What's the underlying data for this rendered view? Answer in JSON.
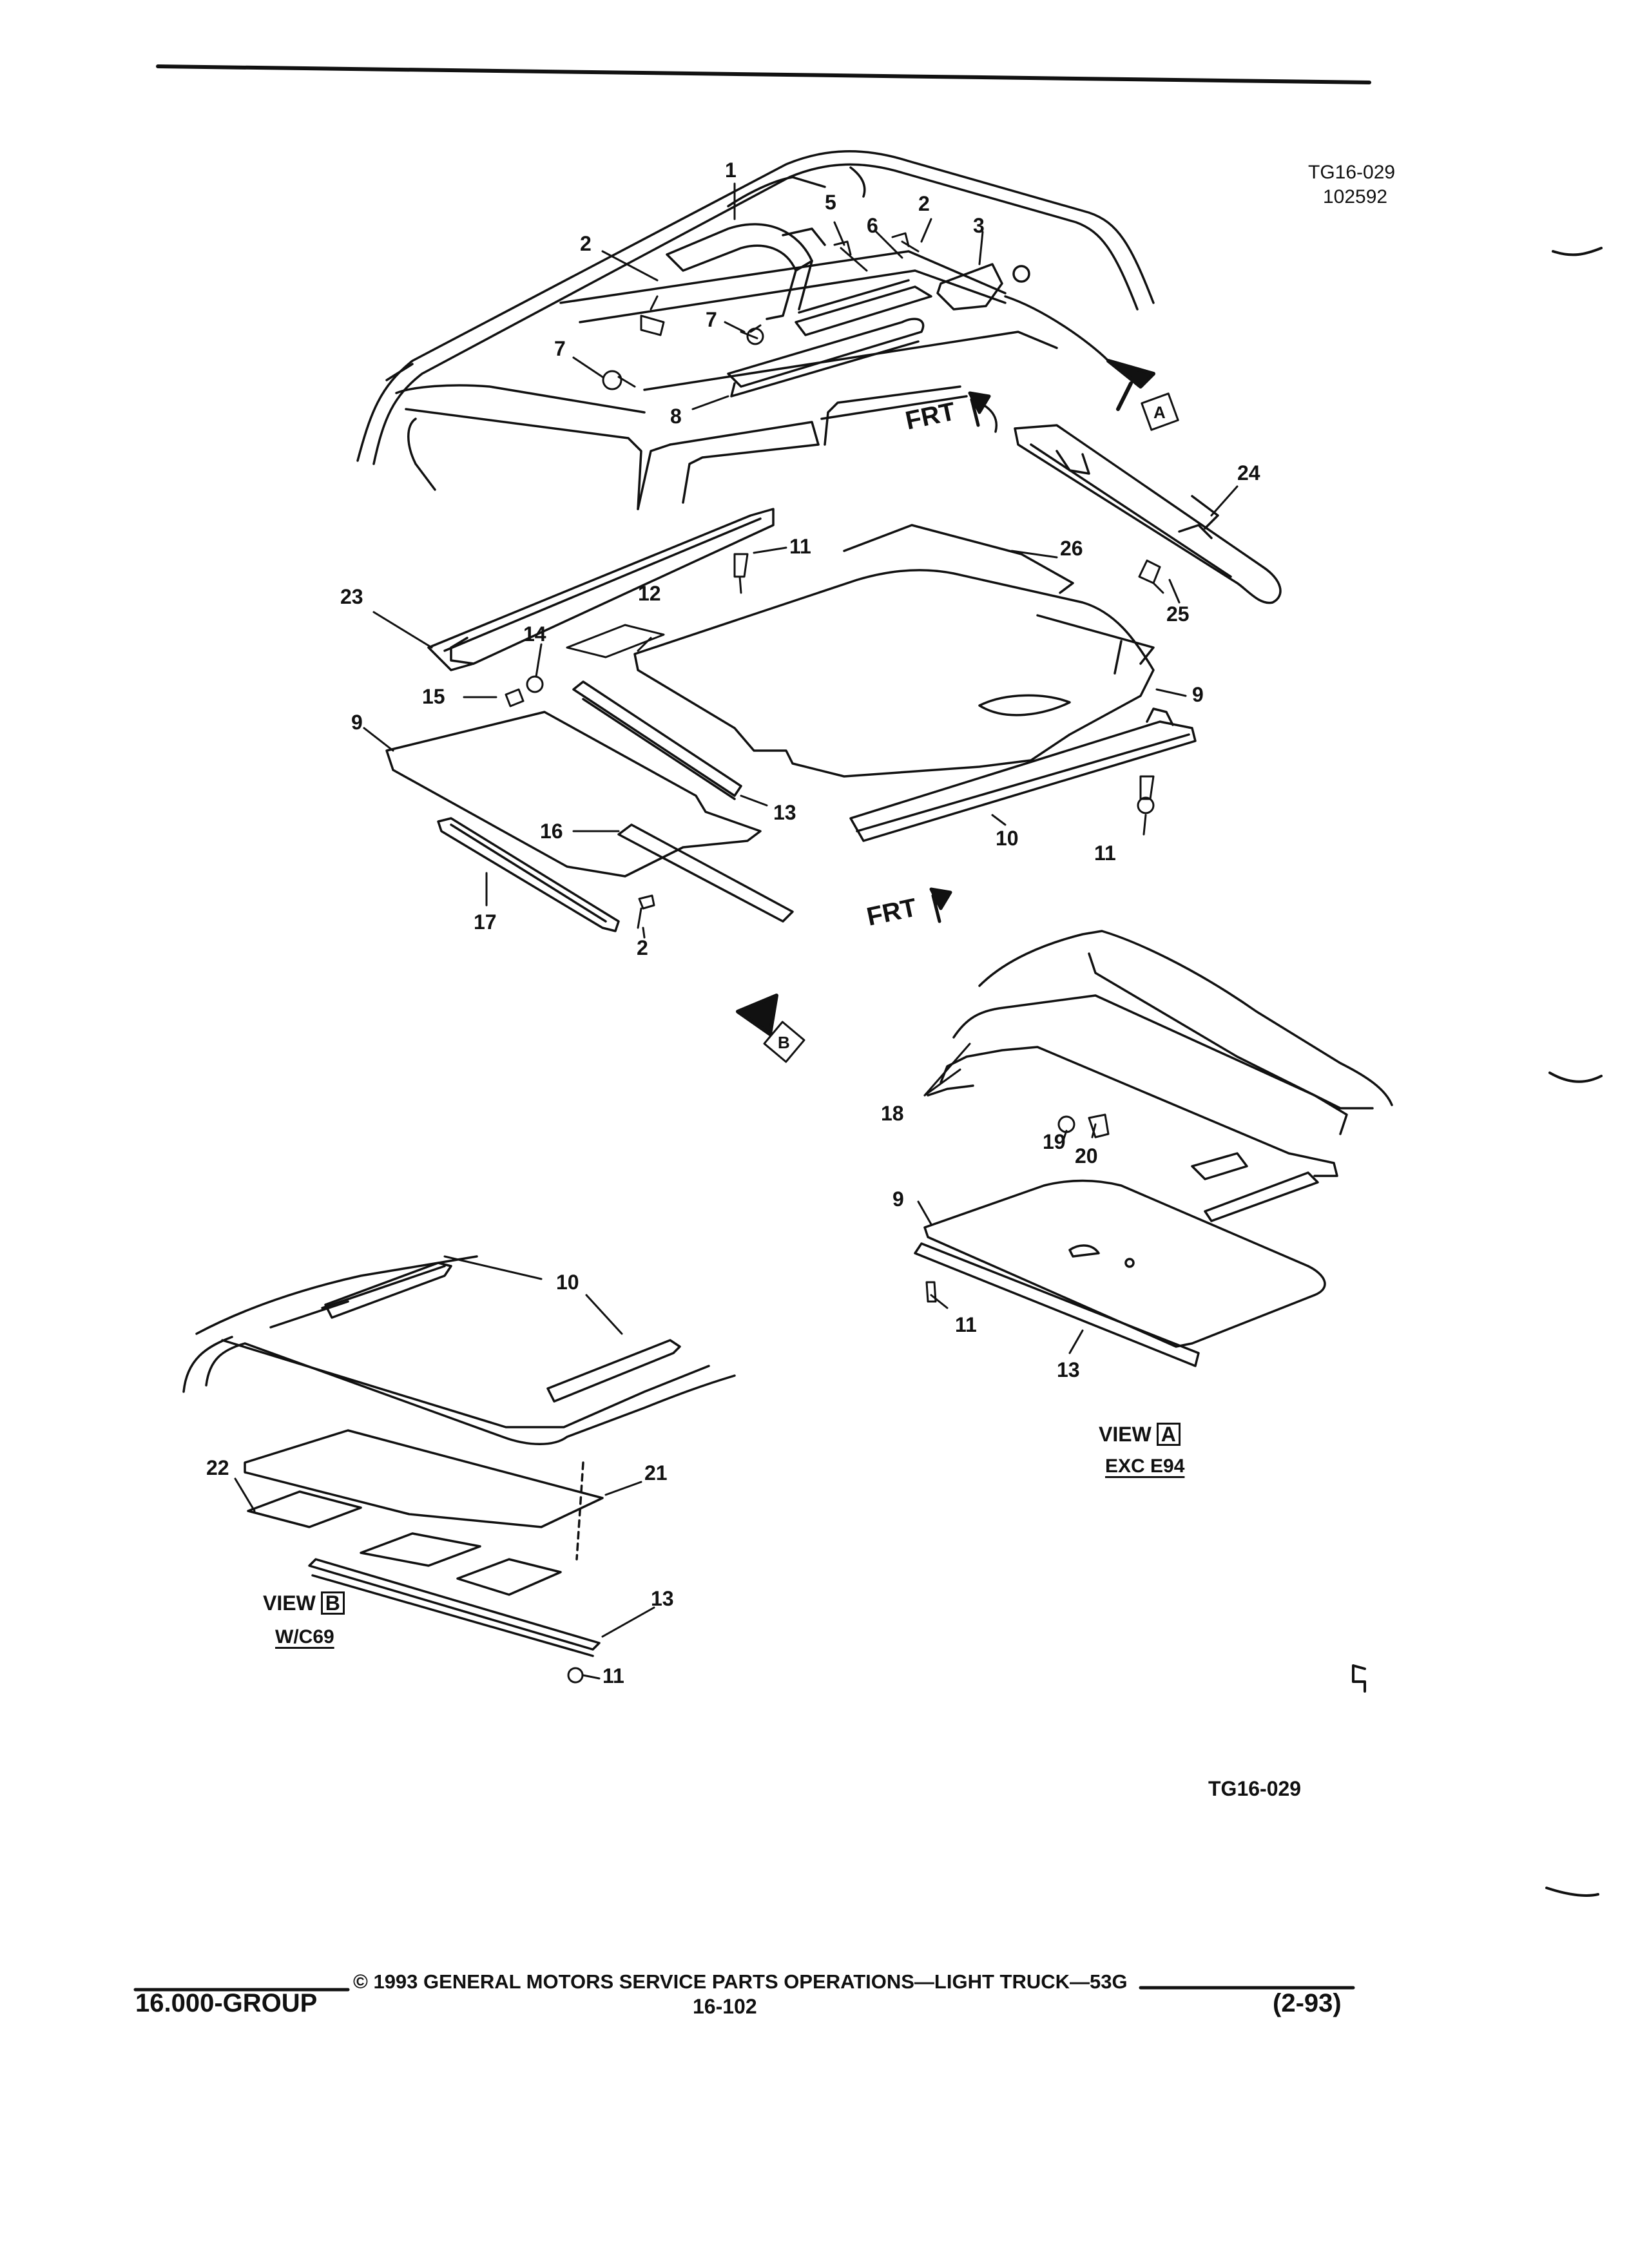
{
  "header": {
    "drawing_id": "TG16-029",
    "date_code": "102592"
  },
  "directions": {
    "front": "FRT"
  },
  "view_markers": {
    "view_a": "A",
    "view_b": "B"
  },
  "callouts": {
    "c1": "1",
    "c2": "2",
    "c3": "3",
    "c5": "5",
    "c6": "6",
    "c7": "7",
    "c8": "8",
    "c9": "9",
    "c10": "10",
    "c11": "11",
    "c12": "12",
    "c13": "13",
    "c14": "14",
    "c15": "15",
    "c16": "16",
    "c17": "17",
    "c18": "18",
    "c19": "19",
    "c20": "20",
    "c21": "21",
    "c22": "22",
    "c23": "23",
    "c24": "24",
    "c25": "25",
    "c26": "26"
  },
  "views": {
    "a": {
      "title": "VIEW",
      "letter": "A",
      "note": "EXC E94"
    },
    "b": {
      "title": "VIEW",
      "letter": "B",
      "note": "W/C69"
    }
  },
  "figure_id_bottom": "TG16-029",
  "footer": {
    "group": "16.000-GROUP",
    "copyright": "©  1993  GENERAL MOTORS SERVICE PARTS OPERATIONS—LIGHT TRUCK—53G",
    "page": "16-102",
    "revision": "(2-93)"
  }
}
